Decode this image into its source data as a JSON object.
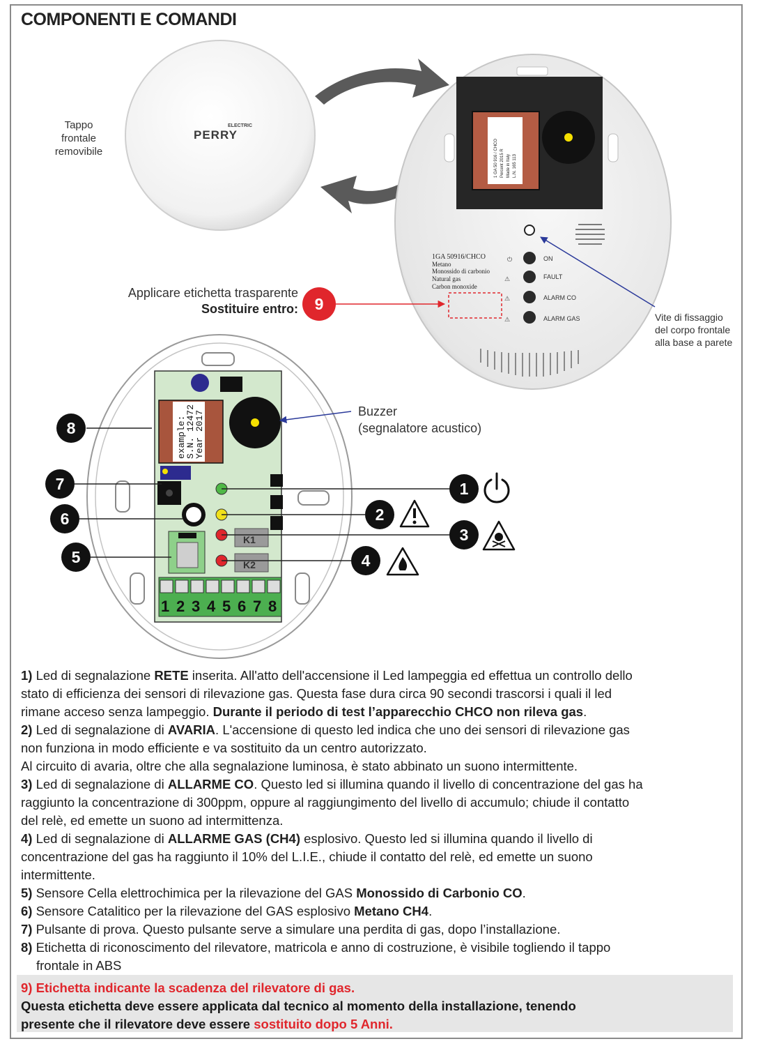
{
  "title": "COMPONENTI E COMANDI",
  "labels": {
    "tappo_line1": "Tappo frontale",
    "tappo_line2": "removibile",
    "brand_small": "ELECTRIC",
    "brand": "PERRY",
    "apply_line1": "Applicare etichetta trasparente",
    "apply_line2": "Sostituire entro:",
    "vite_line1": "Vite di fissaggio",
    "vite_line2": "del corpo frontale",
    "vite_line3": "alla base a parete",
    "buzzer_line1": "Buzzer",
    "buzzer_line2": "(segnalatore acustico)",
    "device_model": "1GA 50916/CHCO",
    "device_gas1": "Metano",
    "device_gas2": "Monossido di carbonio",
    "device_gas3": "Natural gas",
    "device_gas4": "Carbon monoxide",
    "led_on": "ON",
    "led_fault": "FAULT",
    "led_alarm_co": "ALARM CO",
    "led_alarm_gas": "ALARM GAS",
    "label_example": "example:",
    "label_sn": "S.N. 12472",
    "label_year": "Year 2017",
    "relay1": "K1",
    "relay2": "K2",
    "terminals": [
      "1",
      "2",
      "3",
      "4",
      "5",
      "6",
      "7",
      "8"
    ]
  },
  "markers": [
    "1",
    "2",
    "3",
    "4",
    "5",
    "6",
    "7",
    "8",
    "9"
  ],
  "colors": {
    "accent_red": "#e0262c",
    "pcb_green": "#cfe6c6",
    "terminal_green": "#4caf50"
  },
  "desc": [
    {
      "n": "1)",
      "pre": " Led di segnalazione ",
      "b": "RETE",
      "post": " inserita. All'atto dell'accensione il Led lampeggia ed effettua un controllo dello"
    },
    {
      "line": "stato di efficienza dei sensori di rilevazione gas. Questa fase dura circa 90 secondi trascorsi i quali il led"
    },
    {
      "pre": "rimane acceso senza lampeggio. ",
      "b": "Durante il periodo di test l’apparecchio CHCO non rileva gas",
      "post": "."
    },
    {
      "n": "2)",
      "pre": " Led di segnalazione di ",
      "b": "AVARIA",
      "post": ". L'accensione di questo led indica che uno dei sensori di rilevazione gas"
    },
    {
      "line": "non funziona in modo efficiente e va sostituito da un centro autorizzato."
    },
    {
      "line": "Al circuito di avaria, oltre che alla segnalazione luminosa, è stato abbinato un suono intermittente."
    },
    {
      "n": "3)",
      "pre": " Led di segnalazione di ",
      "b": "ALLARME CO",
      "post": ". Questo led si illumina quando il livello di concentrazione del gas ha"
    },
    {
      "line": "raggiunto la concentrazione di 300ppm, oppure al raggiungimento del livello di accumulo; chiude il contatto"
    },
    {
      "line": "del relè, ed emette un suono ad intermittenza."
    },
    {
      "n": "4)",
      "pre": " Led di segnalazione di ",
      "b": "ALLARME GAS (CH4)",
      "post": " esplosivo. Questo led si illumina quando il livello di"
    },
    {
      "line": "concentrazione del gas ha raggiunto il 10% del L.I.E., chiude il contatto del relè, ed emette un suono"
    },
    {
      "line": "intermittente."
    },
    {
      "n": "5)",
      "pre": " Sensore Cella elettrochimica per la rilevazione del GAS ",
      "b": "Monossido di Carbonio CO",
      "post": "."
    },
    {
      "n": "6)",
      "pre": " Sensore Catalitico per la rilevazione del GAS esplosivo ",
      "b": "Metano CH4",
      "post": "."
    },
    {
      "n": "7)",
      "pre": " Pulsante di prova. Questo pulsante serve a simulare una perdita di gas, dopo l’installazione.",
      "b": "",
      "post": ""
    },
    {
      "n": "8)",
      "pre": " Etichetta di riconoscimento del rilevatore, matricola e anno di costruzione, è visibile togliendo il tappo",
      "b": "",
      "post": ""
    },
    {
      "indent": "frontale in ABS"
    }
  ],
  "note": {
    "line1": "9) Etichetta indicante la scadenza del rilevatore di gas.",
    "line2": "Questa etichetta deve essere applicata dal tecnico al momento della installazione, tenendo",
    "line3_pre": "presente che il rilevatore deve essere ",
    "line3_red": "sostituito dopo 5 Anni."
  }
}
